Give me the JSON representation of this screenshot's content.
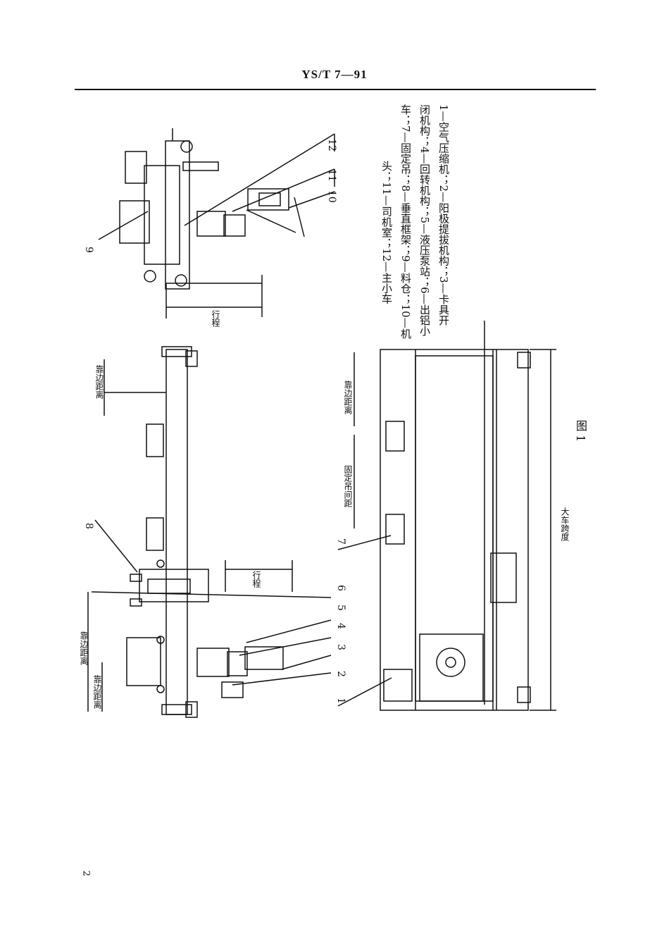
{
  "header": {
    "standard_code": "YS/T 7—91"
  },
  "figure": {
    "caption": "图 1",
    "legend_lines": [
      "1—空气压缩机；2—阳极提拔机构；3—卡具开",
      "闭机构；4—回转机构；5—液压泵站；6—出铝小",
      "车；7—固定吊；8—垂直框架；9—料仓；10—机",
      "头；11—司机室；12—主小车"
    ],
    "dimension_labels": {
      "travel_top": "行程",
      "edge_distance_top": "靠边距离",
      "travel_middle": "行程",
      "edge_distance_left_1": "靠边距离",
      "edge_distance_left_2": "靠边距离",
      "edge_distance_right": "靠边距离",
      "fixed_hoist_spacing": "固定吊间距",
      "crane_span": "大车跨度"
    },
    "part_numbers": [
      "1",
      "2",
      "3",
      "4",
      "5",
      "6",
      "7",
      "8",
      "9",
      "10",
      "11",
      "12"
    ]
  },
  "footer": {
    "page_number": "2"
  }
}
